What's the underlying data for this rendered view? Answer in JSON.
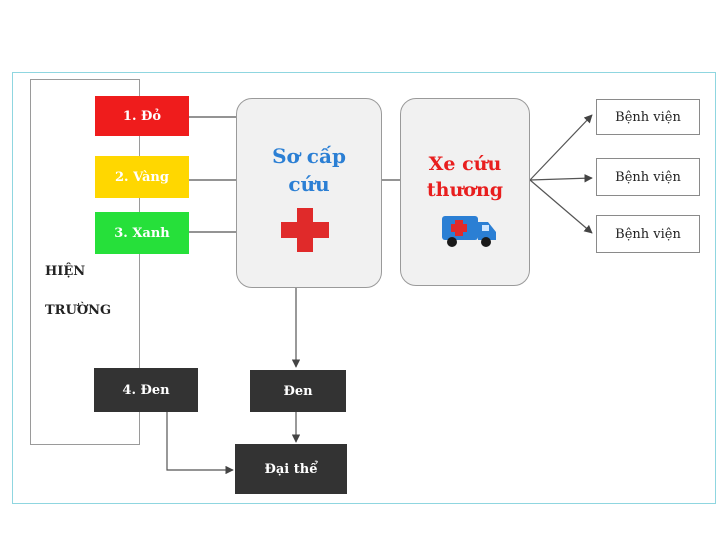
{
  "field": {
    "line1": "HIỆN",
    "line2": "TRƯỜNG"
  },
  "triage": {
    "red": "1. Đỏ",
    "yellow": "2. Vàng",
    "green": "3. Xanh",
    "black": "4. Đen"
  },
  "first_aid": {
    "line1": "Sơ cấp",
    "line2": "cứu"
  },
  "ambulance": {
    "line1": "Xe cứu",
    "line2": "thương"
  },
  "hospitals": [
    "Bệnh viện",
    "Bệnh viện",
    "Bệnh viện"
  ],
  "black_after_aid": "Đen",
  "morgue": "Đại thể",
  "colors": {
    "red": "#ef1c1c",
    "yellow": "#ffd700",
    "green": "#26e03a",
    "dark": "#333333",
    "first_aid_text": "#2b7fd4",
    "ambulance_text": "#e81e1e",
    "cross": "#e02a2a",
    "frame": "#8fd6e0"
  }
}
